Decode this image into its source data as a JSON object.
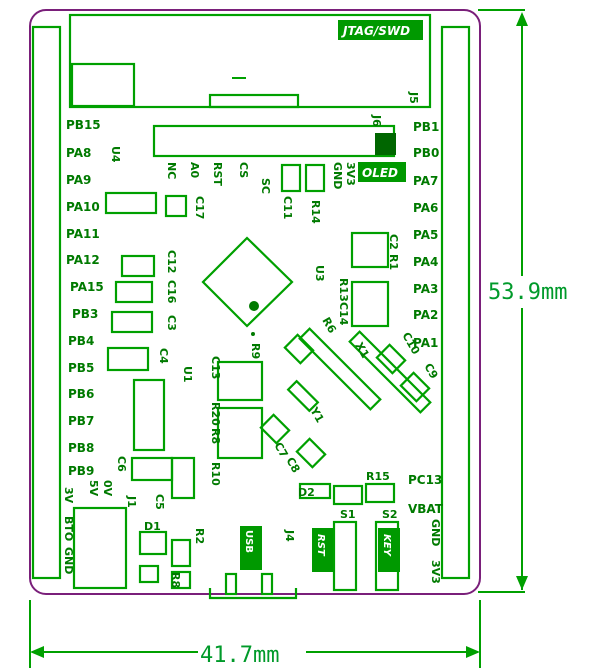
{
  "board": {
    "left_pins": [
      "PB15",
      "PA8",
      "PA9",
      "PA10",
      "PA11",
      "PA12",
      "PA15",
      "PB3",
      "PB4",
      "PB5",
      "PB6",
      "PB7",
      "PB8",
      "PB9"
    ],
    "right_pins": [
      "PB1",
      "PB0",
      "PA7",
      "PA6",
      "PA5",
      "PA4",
      "PA3",
      "PA2",
      "PA1",
      "PC13",
      "VBAT",
      "GND",
      "3V3"
    ],
    "bottom_left_pins": [
      "3V",
      "BTO",
      "GND"
    ],
    "top_connector": {
      "label": "JTAG/SWD",
      "ref": "J5"
    },
    "oled": {
      "label": "OLED",
      "ref": "J6",
      "pins": [
        "NC",
        "A0",
        "RST",
        "CS",
        "SC",
        "3V3",
        "GND"
      ]
    },
    "refs": {
      "u4": "U4",
      "u3": "U3",
      "u1": "U1",
      "c17": "C17",
      "c12": "C12",
      "c16": "C16",
      "c3": "C3",
      "c4": "C4",
      "c13": "C13",
      "r9": "R9",
      "r20": "R20",
      "r8": "R8",
      "r10": "R10",
      "c6": "C6",
      "c5": "C5",
      "j1": "J1",
      "d1": "D1",
      "r2": "R2",
      "r8b": "R8",
      "j4": "J4",
      "usb": "USB",
      "c11": "C11",
      "r14": "R14",
      "c2": "C2",
      "r1": "R1",
      "r13": "R13",
      "c14": "C14",
      "r6": "R6",
      "x1": "X1",
      "c10": "C10",
      "c9": "C9",
      "y1": "Y1",
      "c7": "C7",
      "c8": "C8",
      "d2": "D2",
      "r15": "R15",
      "s1": "S1",
      "s2": "S2",
      "rst": "RST",
      "key": "KEY",
      "v5v": "5V",
      "v0v": "0V",
      "rstpin": "RST"
    }
  },
  "dimensions": {
    "height": "53.9mm",
    "width": "41.7mm"
  }
}
